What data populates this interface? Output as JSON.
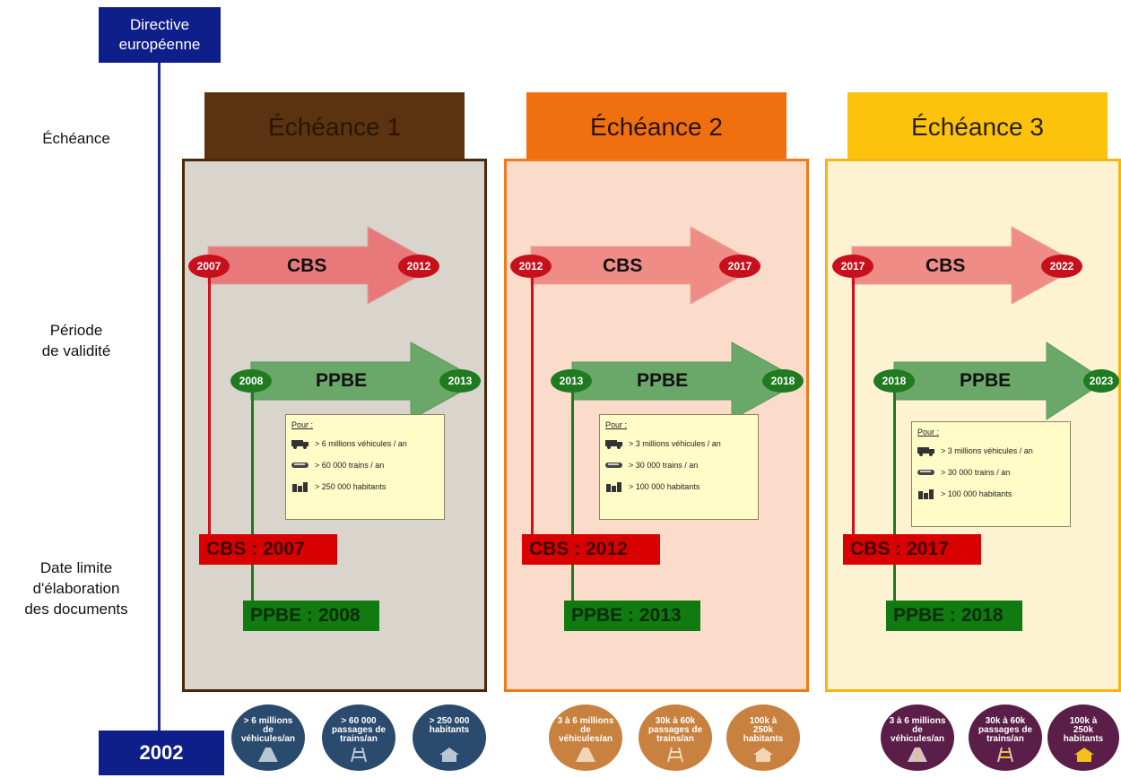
{
  "directive": {
    "line1": "Directive",
    "line2": "européenne"
  },
  "start_year": "2002",
  "row_labels": {
    "echeance": "Échéance",
    "periode_l1": "Période",
    "periode_l2": "de validité",
    "date_l1": "Date limite",
    "date_l2": "d'élaboration",
    "date_l3": "des documents"
  },
  "colors": {
    "echeance1": "#5b3310",
    "panel1": "#d9d4cc",
    "echeance2": "#f07010",
    "panel2": "#fbdccb",
    "echeance3": "#fcc20c",
    "panel3": "#fdf3d3",
    "cbs": "#d80000",
    "ppbe": "#117a11",
    "axis": "#0f1f8a"
  },
  "echeances": [
    {
      "title": "Échéance 1",
      "cbs_label": "CBS",
      "cbs_start": "2007",
      "cbs_end": "2012",
      "ppbe_label": "PPBE",
      "ppbe_start": "2008",
      "ppbe_end": "2013",
      "pour": "Pour :",
      "criteria": [
        "> 6 millions véhicules / an",
        "> 60 000 trains / an",
        "> 250 000 habitants"
      ],
      "deadline_cbs": "CBS : 2007",
      "deadline_ppbe": "PPBE : 2008",
      "badges": [
        {
          "l1": "> 6 millions",
          "l2": "de",
          "l3": "véhicules/an",
          "icon": "road-icon"
        },
        {
          "l1": "> 60 000",
          "l2": "passages de",
          "l3": "trains/an",
          "icon": "rail-icon"
        },
        {
          "l1": "> 250 000",
          "l2": "habitants",
          "l3": "",
          "icon": "house-icon"
        }
      ]
    },
    {
      "title": "Échéance 2",
      "cbs_label": "CBS",
      "cbs_start": "2012",
      "cbs_end": "2017",
      "ppbe_label": "PPBE",
      "ppbe_start": "2013",
      "ppbe_end": "2018",
      "pour": "Pour :",
      "criteria": [
        "> 3 millions véhicules / an",
        "> 30 000 trains / an",
        "> 100 000 habitants"
      ],
      "deadline_cbs": "CBS : 2012",
      "deadline_ppbe": "PPBE : 2013",
      "badges": [
        {
          "l1": "3 à 6 millions",
          "l2": "de",
          "l3": "véhicules/an",
          "icon": "road-icon"
        },
        {
          "l1": "30k à 60k",
          "l2": "passages de",
          "l3": "trains/an",
          "icon": "rail-icon"
        },
        {
          "l1": "100k à",
          "l2": "250k",
          "l3": "habitants",
          "icon": "house-icon"
        }
      ]
    },
    {
      "title": "Échéance 3",
      "cbs_label": "CBS",
      "cbs_start": "2017",
      "cbs_end": "2022",
      "ppbe_label": "PPBE",
      "ppbe_start": "2018",
      "ppbe_end": "2023",
      "pour": "Pour :",
      "criteria": [
        "> 3 millions véhicules / an",
        "> 30 000 trains / an",
        "> 100 000 habitants"
      ],
      "deadline_cbs": "CBS : 2017",
      "deadline_ppbe": "PPBE : 2018",
      "badges": [
        {
          "l1": "3 à 6 millions",
          "l2": "de",
          "l3": "véhicules/an",
          "icon": "road-icon"
        },
        {
          "l1": "30k à 60k",
          "l2": "passages de",
          "l3": "trains/an",
          "icon": "rail-icon"
        },
        {
          "l1": "100k à",
          "l2": "250k",
          "l3": "habitants",
          "icon": "house-icon"
        }
      ]
    }
  ]
}
